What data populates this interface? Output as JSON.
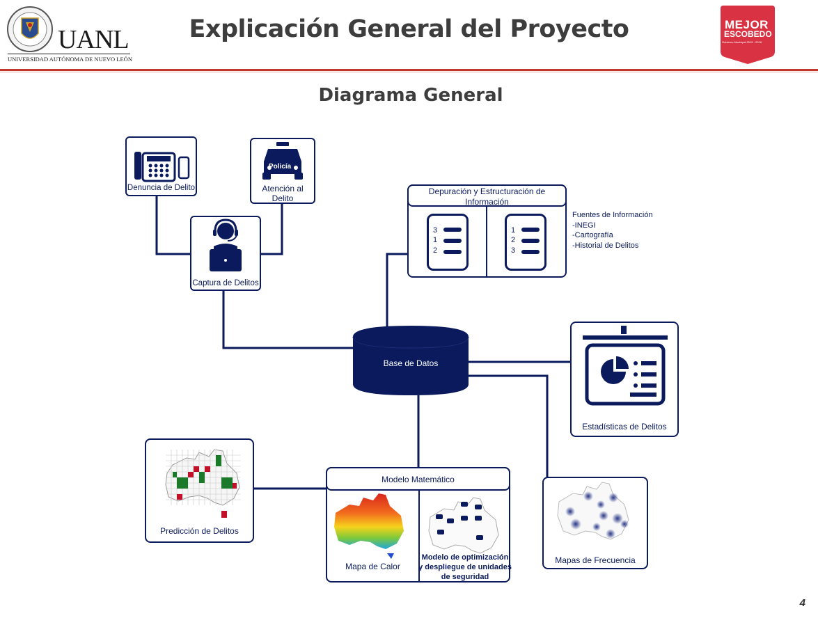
{
  "header": {
    "title": "Explicación General del Proyecto",
    "uanl_name": "UANL",
    "uanl_full": "UNIVERSIDAD AUTÓNOMA DE NUEVO LEÓN",
    "escobedo_line1": "MEJOR",
    "escobedo_line2": "ESCOBEDO",
    "escobedo_tag": "Gobierno Municipal 2015 - 2018"
  },
  "subtitle": "Diagrama General",
  "nodes": {
    "denuncia": "Denuncia de Delito",
    "atencion_1": "Atención al",
    "atencion_2": "Delito",
    "policia_label": "Policía",
    "captura": "Captura de Delitos",
    "depuracion_1": "Depuración y Estructuración de",
    "depuracion_2": "Información",
    "list_left": [
      "3",
      "1",
      "2"
    ],
    "list_right": [
      "1",
      "2",
      "3"
    ],
    "fuentes": [
      "Fuentes de Información",
      "-INEGI",
      "-Cartografía",
      "-Historial de Delitos"
    ],
    "base_datos": "Base de Datos",
    "estadisticas": "Estadísticas de Delitos",
    "prediccion": "Predicción de Delitos",
    "modelo": "Modelo Matemático",
    "mapa_calor": "Mapa de Calor",
    "optimizacion": [
      "Modelo de optimización",
      "y despliegue de unidades",
      "de seguridad"
    ],
    "frecuencia": "Mapas de Frecuencia"
  },
  "page_number": "4",
  "colors": {
    "navy": "#0a1a5c",
    "accent_red": "#c0392b",
    "brand_red": "#d93343"
  }
}
